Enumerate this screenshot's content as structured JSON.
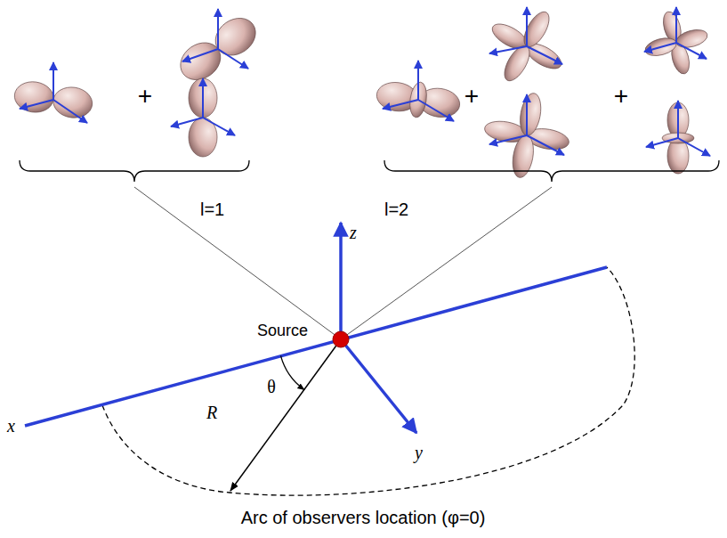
{
  "diagram": {
    "labels": [
      "l=1",
      "l=2",
      "+",
      "+",
      "+",
      "z",
      "x",
      "y",
      "θ",
      "R",
      "Source",
      "Arc of observers location (φ=0)"
    ]
  }
}
